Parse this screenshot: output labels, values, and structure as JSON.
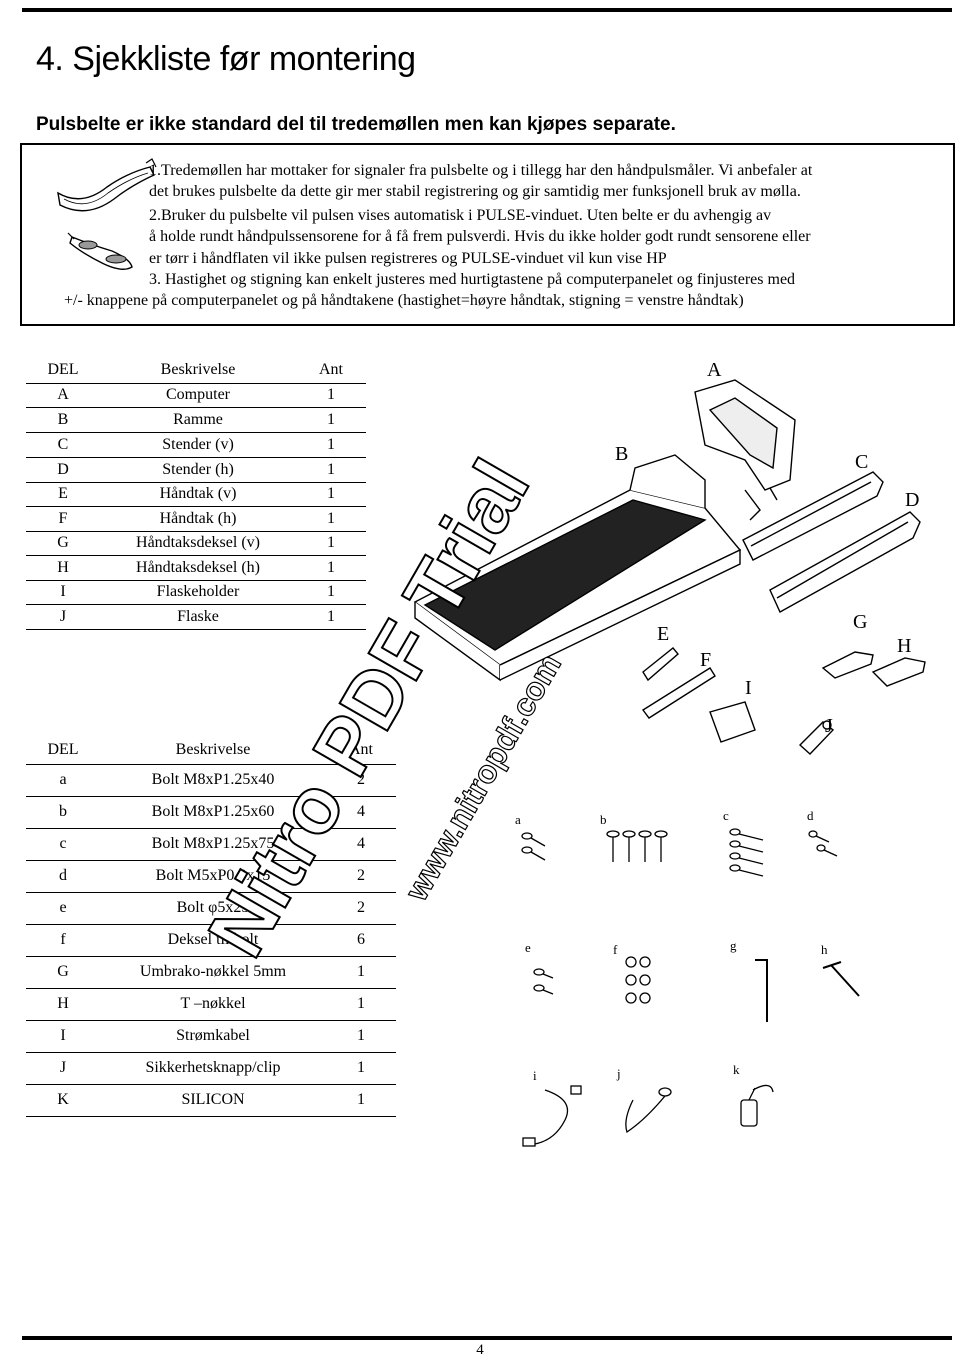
{
  "heading": "4. Sjekkliste før montering",
  "subheading": "Pulsbelte er ikke standard del til tredemøllen men kan kjøpes separate.",
  "note_lines": [
    "1.Tredemøllen har mottaker for signaler fra pulsbelte og i tillegg har den håndpulsmåler. Vi anbefaler at",
    "det brukes pulsbelte da dette gir mer stabil registrering og gir samtidig mer funksjonell bruk av mølla.",
    "2.Bruker du pulsbelte vil pulsen vises automatisk i PULSE-vinduet. Uten belte er du avhengig av",
    "å holde rundt håndpulssensorene for å få frem pulsverdi. Hvis du ikke holder godt rundt sensorene eller",
    "er tørr i håndflaten vil ikke pulsen registreres og PULSE-vinduet vil kun vise HP",
    "3. Hastighet og stigning kan enkelt justeres med hurtigtastene på computerpanelet og finjusteres med",
    "+/- knappene på computerpanelet og på håndtakene (hastighet=høyre håndtak, stigning = venstre håndtak)"
  ],
  "parts_table": {
    "headers": [
      "DEL",
      "Beskrivelse",
      "Ant"
    ],
    "rows": [
      [
        "A",
        "Computer",
        "1"
      ],
      [
        "B",
        "Ramme",
        "1"
      ],
      [
        "C",
        "Stender (v)",
        "1"
      ],
      [
        "D",
        "Stender (h)",
        "1"
      ],
      [
        "E",
        "Håndtak (v)",
        "1"
      ],
      [
        "F",
        "Håndtak (h)",
        "1"
      ],
      [
        "G",
        "Håndtaksdeksel (v)",
        "1"
      ],
      [
        "H",
        "Håndtaksdeksel (h)",
        "1"
      ],
      [
        "I",
        "Flaskeholder",
        "1"
      ],
      [
        "J",
        "Flaske",
        "1"
      ]
    ]
  },
  "hardware_table": {
    "headers": [
      "DEL",
      "Beskrivelse",
      "Ant"
    ],
    "rows": [
      [
        "a",
        "Bolt M8xP1.25x40",
        "2"
      ],
      [
        "b",
        "Bolt M8xP1.25x60",
        "4"
      ],
      [
        "c",
        "Bolt M8xP1.25x75",
        "4"
      ],
      [
        "d",
        "Bolt M5xP0.8x15",
        "2"
      ],
      [
        "e",
        "Bolt φ5x25",
        "2"
      ],
      [
        "f",
        "Deksel til bolt",
        "6"
      ],
      [
        "G",
        "Umbrako-nøkkel 5mm",
        "1"
      ],
      [
        "H",
        "T –nøkkel",
        "1"
      ],
      [
        "I",
        "Strømkabel",
        "1"
      ],
      [
        "J",
        "Sikkerhetsknapp/clip",
        "1"
      ],
      [
        "K",
        "SILICON",
        "1"
      ]
    ]
  },
  "diagram_labels": {
    "A": "A",
    "B": "B",
    "C": "C",
    "D": "D",
    "E": "E",
    "F": "F",
    "G": "G",
    "H": "H",
    "I": "I",
    "J": "J"
  },
  "hardware_labels": {
    "a": "a",
    "b": "b",
    "c": "c",
    "d": "d",
    "e": "e",
    "f": "f",
    "g": "g",
    "h": "h",
    "i": "i",
    "j": "j",
    "k": "k"
  },
  "watermark": {
    "line1": "Nitro PDF Trial",
    "line2": "www.nitropdf.com"
  },
  "page_number": "4"
}
